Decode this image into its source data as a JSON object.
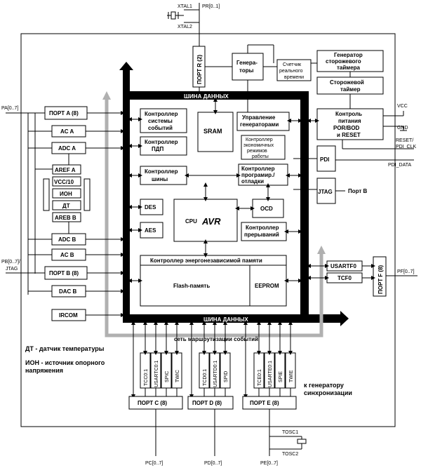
{
  "signals": {
    "xtal1": "XTAL1",
    "xtal2": "XTAL2",
    "pr": "PR[0..1]",
    "vcc": "VCC",
    "gnd": "GND",
    "reset": "RESET/",
    "pdi_clk": "PDI_CLK",
    "pdi_data": "PDI_DATA",
    "pa": "PA[0..7]",
    "pb": "PB[0..7]/",
    "jtag_pin": "JTAG",
    "pf": "PF[0..7]",
    "pc": "PC[0..7]",
    "pd": "PD[0..7]",
    "pe": "PE[0..7]",
    "tosc1": "TOSC1",
    "tosc2": "TOSC2"
  },
  "blocks": {
    "port_r": "ПОРТ R (2)",
    "generators": [
      "Генера-",
      "торы"
    ],
    "wdt_gen": [
      "Генератор",
      "сторожевого",
      "таймера"
    ],
    "wdt": [
      "Сторожевой",
      "таймер"
    ],
    "rtc": [
      "Счетчик",
      "реального",
      "времени"
    ],
    "power": [
      "Контроль",
      "питания",
      "POR/BOD",
      "и RESET"
    ],
    "osc_ctrl": [
      "Управление",
      "генераторами"
    ],
    "sleep_ctrl": [
      "Контроллер",
      "экономичных",
      "режимов",
      "работы"
    ],
    "pdi": "PDI",
    "jtag": "JTAG",
    "port_b_label": "Порт B",
    "event_ctrl": [
      "Контроллер",
      "системы",
      "событий"
    ],
    "dma": [
      "Контроллер",
      "ПДП"
    ],
    "bus_ctrl": [
      "Контроллер",
      "шины"
    ],
    "sram": "SRAM",
    "prog_ctrl": [
      "Контроллер",
      "програмир./",
      "отладки"
    ],
    "des": "DES",
    "aes": "AES",
    "cpu": "CPU",
    "avr": "AVR",
    "ocd": "OCD",
    "int_ctrl": [
      "Контроллер",
      "прерываний"
    ],
    "nvm_ctrl": "Контроллер энергонезависимой памяти",
    "flash": "Flash-память",
    "eeprom": "EEPROM",
    "port_a": "ПОРТ A (8)",
    "ac_a": "AC A",
    "adc_a": "ADC A",
    "aref_a": "AREF A",
    "vcc10": "VCC/10",
    "ion": "ИОН",
    "dt": "ДТ",
    "aref_b": "AREB B",
    "adc_b": "ADC B",
    "ac_b": "AC B",
    "port_b": "ПОРТ B (8)",
    "dac_b": "DAC B",
    "ircom": "IRCOM",
    "usartf0": "USARTF0",
    "tcf0": "TCF0",
    "port_f": "ПОРТ F (8)",
    "c_periph": [
      "TCC0:1",
      "USARTC0:1",
      "SPIC",
      "TWIC"
    ],
    "d_periph": [
      "TCD0:1",
      "USARTD0:1",
      "SPID"
    ],
    "e_periph": [
      "TCE0:1",
      "USARTE0:1",
      "SPIE",
      "TWIE"
    ],
    "port_c": "ПОРТ C (8)",
    "port_d": "ПОРТ D (8)",
    "port_e": "ПОРТ E (8)"
  },
  "buses": {
    "data_bus_top": "ШИНА ДАННЫХ",
    "data_bus_bottom": "ШИНА ДАННЫХ",
    "event_net": "сеть маршрутизации событий"
  },
  "notes": {
    "dt_note": "ДТ - датчик температуры",
    "ion_note_1": "ИОН - источник опорного",
    "ion_note_2": "напряжения",
    "sync_1": "к генератору",
    "sync_2": "синхронизации"
  }
}
